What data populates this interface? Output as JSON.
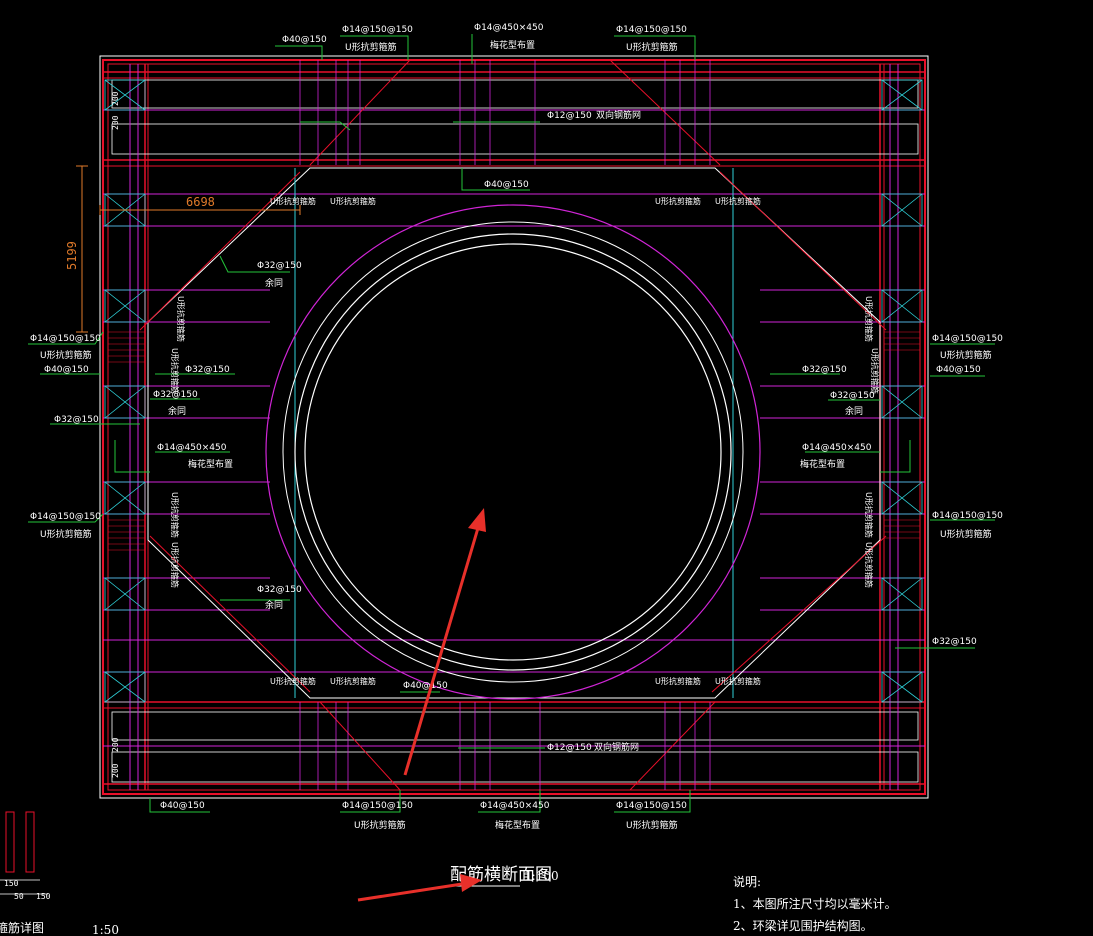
{
  "labels": {
    "bar_14_u": "Φ14@150@150",
    "bar_40": "Φ40@150",
    "bar_32": "Φ32@150",
    "bar_12": "Φ12@150",
    "bar_14_plum": "Φ14@450×450",
    "u_shear": "U形抗剪箍筋",
    "plum_layout": "梅花型布置",
    "two_way_mesh": "双向钢筋网",
    "same": "余同",
    "u_stirrup_short": "U形抗剪箍筋"
  },
  "dims": {
    "width_6698": "6698",
    "height_5199": "5199",
    "d200": "200",
    "d150": "150",
    "d50": "50"
  },
  "title": {
    "main": "配筋横断面图",
    "scale": "1:100",
    "detail_left": "箍筋详图",
    "detail_scale": "1:50"
  },
  "notes": {
    "heading": "说明:",
    "line1": "1、本图所注尺寸均以毫米计。",
    "line2": "2、环梁详见围护结构图。"
  },
  "colors": {
    "background": "#000000",
    "rebar_red": "#e8102a",
    "magenta": "#d025d6",
    "white": "#ffffff",
    "green": "#24c33a",
    "cyan": "#2fd0d8",
    "annotation_arrow": "#e8302a",
    "dimension": "#e07a2a"
  }
}
